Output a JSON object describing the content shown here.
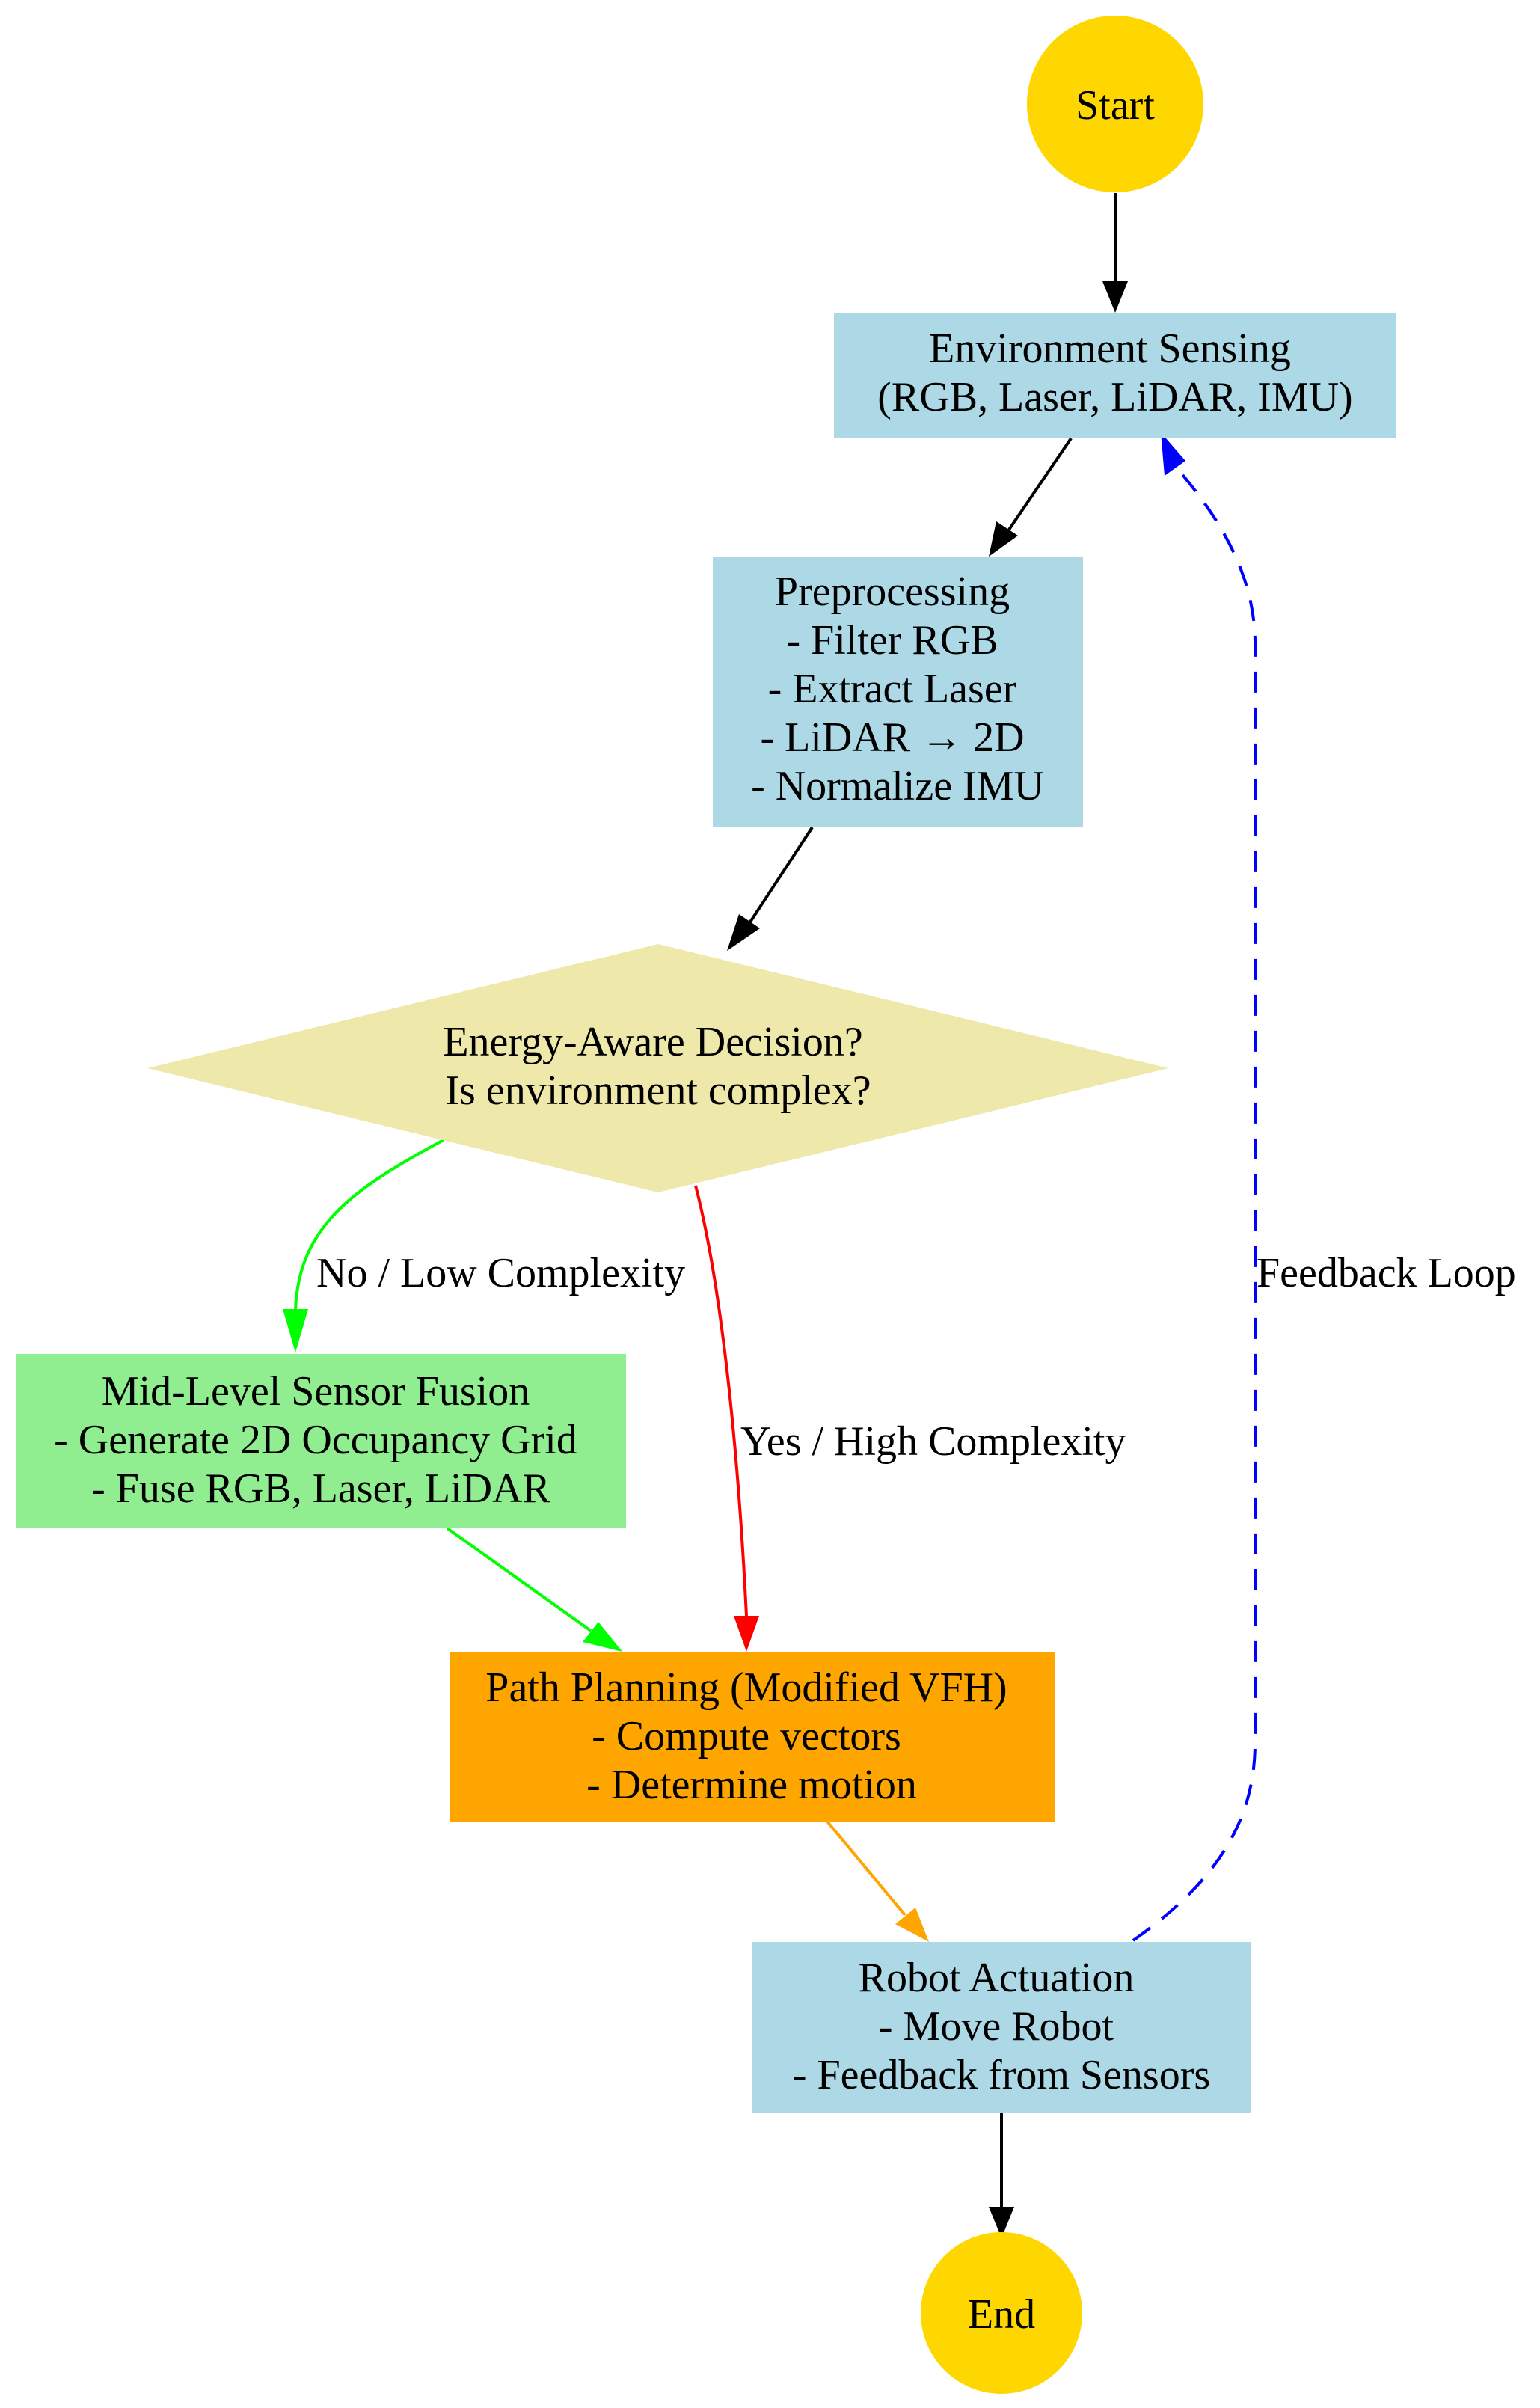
{
  "colors": {
    "terminal": "#FFD700",
    "process": "#ADD8E6",
    "decision": "#EEE8AA",
    "fusion": "#90EE90",
    "planning": "#FFA500",
    "edge_default": "#000000",
    "edge_low": "#00FF00",
    "edge_high": "#FF0000",
    "edge_planning": "#FFA500",
    "edge_feedback": "#0000FF"
  },
  "nodes": {
    "start": {
      "lines": [
        "Start"
      ]
    },
    "sensing": {
      "lines": [
        "Environment Sensing",
        "(RGB, Laser, LiDAR, IMU)"
      ]
    },
    "preprocessing": {
      "lines": [
        "Preprocessing",
        "- Filter RGB",
        "- Extract Laser",
        "- LiDAR → 2D",
        "- Normalize IMU"
      ]
    },
    "decision": {
      "lines": [
        "Energy-Aware Decision?",
        "Is environment complex?"
      ]
    },
    "fusion": {
      "lines": [
        "Mid-Level Sensor Fusion",
        "- Generate 2D Occupancy Grid",
        "- Fuse RGB, Laser, LiDAR"
      ]
    },
    "planning": {
      "lines": [
        "Path Planning (Modified VFH)",
        "- Compute vectors",
        "- Determine motion"
      ]
    },
    "actuation": {
      "lines": [
        "Robot Actuation",
        "- Move Robot",
        "- Feedback from Sensors"
      ]
    },
    "end": {
      "lines": [
        "End"
      ]
    }
  },
  "edge_labels": {
    "low": "No / Low Complexity",
    "high": "Yes / High Complexity",
    "feedback": "Feedback Loop"
  }
}
